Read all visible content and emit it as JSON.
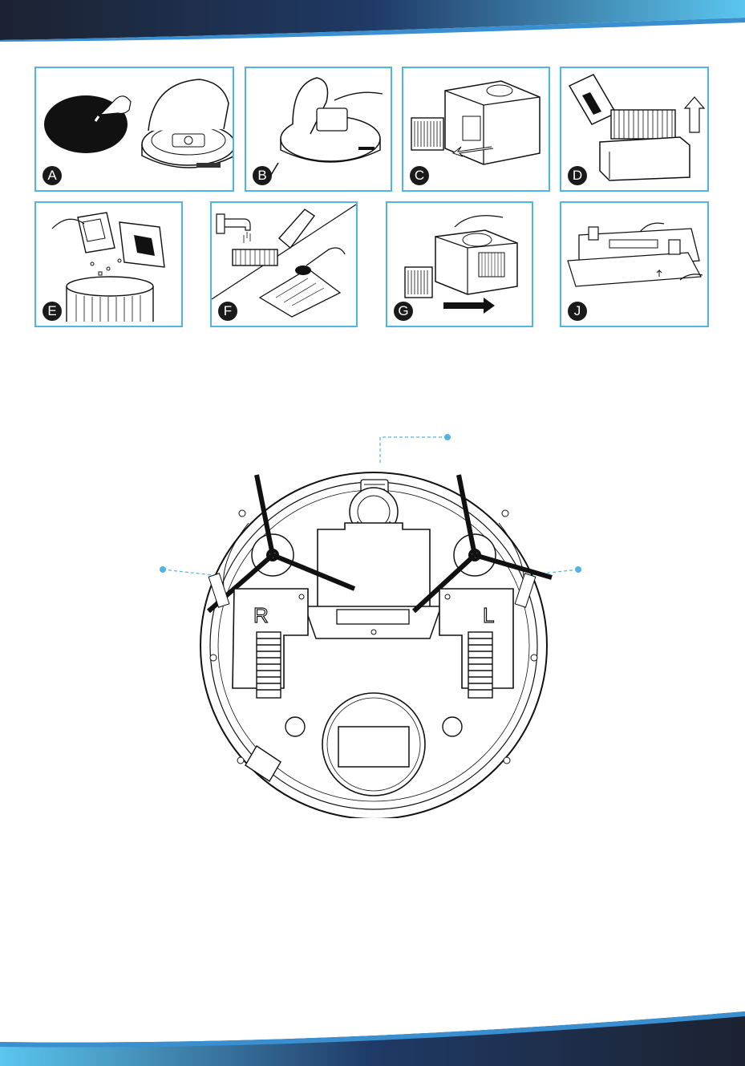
{
  "theme": {
    "accent": "#4fb6e4",
    "dark": "#1c2230",
    "line": "#1a1a1a"
  },
  "steps": [
    {
      "label": "A",
      "icon": "open-lid-icon"
    },
    {
      "label": "B",
      "icon": "remove-dustbin-icon"
    },
    {
      "label": "C",
      "icon": "remove-filter-icon"
    },
    {
      "label": "D",
      "icon": "open-dustbin-icon"
    },
    {
      "label": "E",
      "icon": "empty-dustbin-icon"
    },
    {
      "label": "F",
      "icon": "wash-filter-icon"
    },
    {
      "label": "G",
      "icon": "insert-filter-icon"
    },
    {
      "label": "J",
      "icon": "mop-cloth-icon"
    }
  ],
  "robot": {
    "left_wheel_mark": "R",
    "right_wheel_mark": "L"
  }
}
